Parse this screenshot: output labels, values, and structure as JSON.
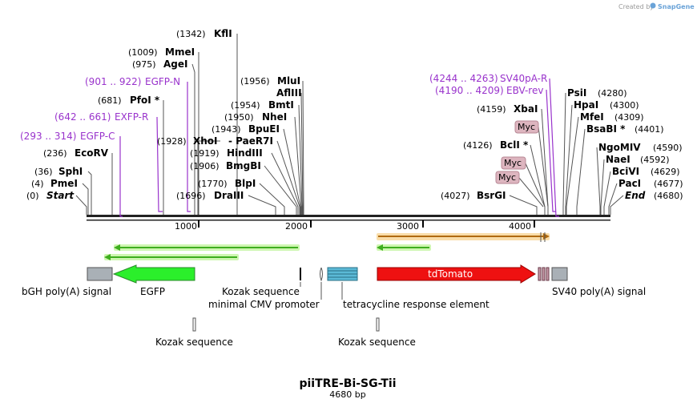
{
  "credit": {
    "created_by": "Created by",
    "brand": "SnapGene"
  },
  "plasmid": {
    "name": "piiTRE-Bi-SG-Tii",
    "length": "4680 bp",
    "total_bp": 4680
  },
  "ruler": {
    "ticks": [
      {
        "bp": 1000,
        "label": "1000"
      },
      {
        "bp": 2000,
        "label": "2000"
      },
      {
        "bp": 3000,
        "label": "3000"
      },
      {
        "bp": 4000,
        "label": "4000"
      }
    ]
  },
  "sites_left": [
    {
      "pos": "(0)",
      "name": "Start",
      "italic": true,
      "bp": 0
    },
    {
      "pos": "(4)",
      "name": "PmeI",
      "bp": 4
    },
    {
      "pos": "(36)",
      "name": "SphI",
      "bp": 36
    },
    {
      "pos": "(236)",
      "name": "EcoRV",
      "bp": 236
    },
    {
      "pos": "(681)",
      "name": "PfoI *",
      "bp": 681
    },
    {
      "pos": "(975)",
      "name": "AgeI",
      "bp": 975
    },
    {
      "pos": "(1009)",
      "name": "MmeI",
      "bp": 1009
    },
    {
      "pos": "(1342)",
      "name": "KflI",
      "bp": 1342
    },
    {
      "pos": "(1928)",
      "name": "XhoI",
      "bp": 1928
    },
    {
      "pos": "(1696)",
      "name": "DraIII",
      "bp": 1696
    },
    {
      "pos": "(1770)",
      "name": "BlpI",
      "bp": 1770
    },
    {
      "pos": "(1906)",
      "name": "BmgBI",
      "bp": 1906
    },
    {
      "pos": "(1919)",
      "name": "HindIII",
      "bp": 1919
    },
    {
      "pos": "(1943)",
      "name": "BpuEI",
      "bp": 1943
    },
    {
      "pos": "(1950)",
      "name": "NheI",
      "bp": 1950
    },
    {
      "pos": "(1954)",
      "name": "BmtI",
      "bp": 1954
    },
    {
      "pos": "(1956)",
      "name": "MluI",
      "bp": 1956
    },
    {
      "pos": "",
      "name": "AflIII",
      "bp": 1956
    },
    {
      "pos": "",
      "name": "- PaeR7I",
      "bp": 1928
    }
  ],
  "sites_right": [
    {
      "pos": "(4027)",
      "name": "BsrGI",
      "bp": 4027
    },
    {
      "pos": "(4126)",
      "name": "BclI *",
      "bp": 4126
    },
    {
      "pos": "(4159)",
      "name": "XbaI",
      "bp": 4159
    },
    {
      "pos": "(4280)",
      "name": "PsiI",
      "bp": 4280
    },
    {
      "pos": "(4300)",
      "name": "HpaI",
      "bp": 4300
    },
    {
      "pos": "(4309)",
      "name": "MfeI",
      "bp": 4309
    },
    {
      "pos": "(4401)",
      "name": "BsaBI *",
      "bp": 4401
    },
    {
      "pos": "(4590)",
      "name": "NgoMIV",
      "bp": 4590
    },
    {
      "pos": "(4592)",
      "name": "NaeI",
      "bp": 4592
    },
    {
      "pos": "(4629)",
      "name": "BciVI",
      "bp": 4629
    },
    {
      "pos": "(4677)",
      "name": "PacI",
      "bp": 4677
    },
    {
      "pos": "(4680)",
      "name": "End",
      "italic": true,
      "bp": 4680
    }
  ],
  "primers": [
    {
      "range": "(293 .. 314)",
      "name": "EGFP-C"
    },
    {
      "range": "(642 .. 661)",
      "name": "EXFP-R"
    },
    {
      "range": "(901 .. 922)",
      "name": "EGFP-N"
    },
    {
      "range": "(4244 .. 4263)",
      "name": "SV40pA-R"
    },
    {
      "range": "(4190 .. 4209)",
      "name": "EBV-rev"
    }
  ],
  "tags": [
    {
      "name": "Myc"
    },
    {
      "name": "Myc"
    },
    {
      "name": "Myc"
    }
  ],
  "features": [
    {
      "name": "bGH poly(A) signal",
      "color": "#a9b0b6"
    },
    {
      "name": "EGFP",
      "color": "#2bef2b"
    },
    {
      "name": "Kozak sequence"
    },
    {
      "name": "minimal CMV promoter"
    },
    {
      "name": "tetracycline response element",
      "color": "#5bb9d6"
    },
    {
      "name": "tdTomato",
      "color": "#ee1111"
    },
    {
      "name": "SV40 poly(A) signal",
      "color": "#a9b0b6"
    }
  ],
  "lower_features": [
    {
      "name": "Kozak sequence"
    },
    {
      "name": "Kozak sequence"
    }
  ],
  "colors": {
    "primer": "#9933cc",
    "orf_green": "#3fae1f",
    "orf_orange": "#e89a1a"
  }
}
